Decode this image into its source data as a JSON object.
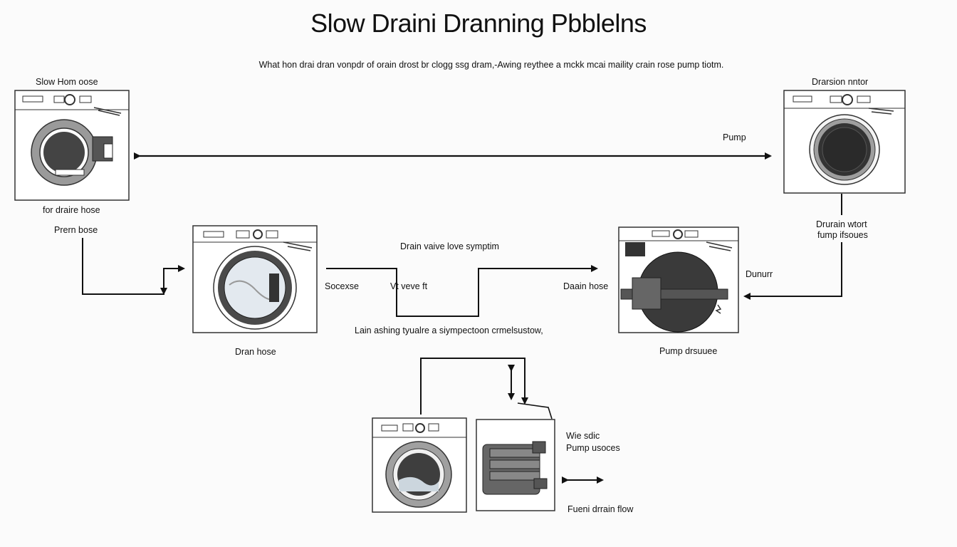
{
  "title": "Slow Draini Dranning Pbblelns",
  "subtitle": "What hon drai dran vonpdr of orain drost br clogg ssg dram,-Awing reythee a mckk mcai maility crain rose pump tiotm.",
  "labels": {
    "top_left_caption": "Slow Hom oose",
    "top_left_below_1": "for draire hose",
    "top_left_below_2": "Prern bose",
    "top_right_caption": "Drarsion nntor",
    "pump": "Pump",
    "right_below_1": "Drurain wtort",
    "right_below_2": "fump ifsoues",
    "mid_caption": "Drain vaive love symptim",
    "socexse": "Socexse",
    "vt_veve": "Vt veve ft",
    "lain_ashing": "Lain ashing tyualre a siympectoon crmelsustow,",
    "dran_hose": "Dran hose",
    "dain_hose": "Daain hose",
    "dunurr": "Dunurr",
    "pump_drsuuee": "Pump drsuuee",
    "wie_sdic": "Wie sdic",
    "pump_usoces": "Pump usoces",
    "fueni_drain_flow": "Fueni drrain flow"
  }
}
